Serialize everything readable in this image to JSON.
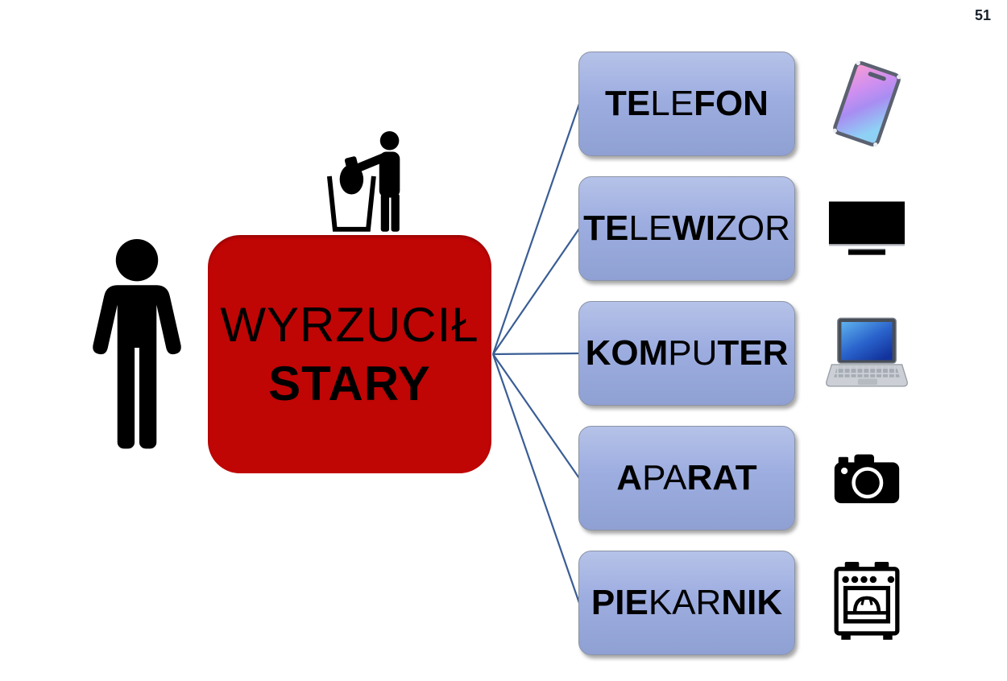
{
  "page": {
    "number": "51"
  },
  "center_box": {
    "line1": "WYRZUCIŁ",
    "line2": "STARY"
  },
  "devices": [
    {
      "name": "telefon",
      "word": "TELEFON",
      "icon": "smartphone-icon",
      "segments": [
        {
          "t": "TE",
          "b": true
        },
        {
          "t": "LE",
          "b": false
        },
        {
          "t": "FON",
          "b": true
        }
      ]
    },
    {
      "name": "telewizor",
      "word": "TELEWIZOR",
      "icon": "tv-icon",
      "segments": [
        {
          "t": "TE",
          "b": true
        },
        {
          "t": "LE",
          "b": false
        },
        {
          "t": "WI",
          "b": true
        },
        {
          "t": "ZOR",
          "b": false
        }
      ]
    },
    {
      "name": "komputer",
      "word": "KOMPUTER",
      "icon": "laptop-icon",
      "segments": [
        {
          "t": "KOM",
          "b": true
        },
        {
          "t": "PU",
          "b": false
        },
        {
          "t": "TER",
          "b": true
        }
      ]
    },
    {
      "name": "aparat",
      "word": "APARAT",
      "icon": "camera-icon",
      "segments": [
        {
          "t": "A",
          "b": true
        },
        {
          "t": "PA",
          "b": false
        },
        {
          "t": "RAT",
          "b": true
        }
      ]
    },
    {
      "name": "piekarnik",
      "word": "PIEKARNIK",
      "icon": "oven-icon",
      "segments": [
        {
          "t": "PIE",
          "b": true
        },
        {
          "t": "KAR",
          "b": false
        },
        {
          "t": "NIK",
          "b": true
        }
      ]
    }
  ],
  "icons_left": [
    "person-icon",
    "litter-disposal-icon"
  ],
  "colors": {
    "red_box_fill": "#c00505",
    "device_box_top": "#b5c2e8",
    "device_box_mid": "#9dade0",
    "device_box_bottom": "#8fa0d3",
    "device_box_border": "#8b93a5",
    "connector_line": "#3a5d95",
    "text": "#000000",
    "page_number": "#17202a"
  }
}
